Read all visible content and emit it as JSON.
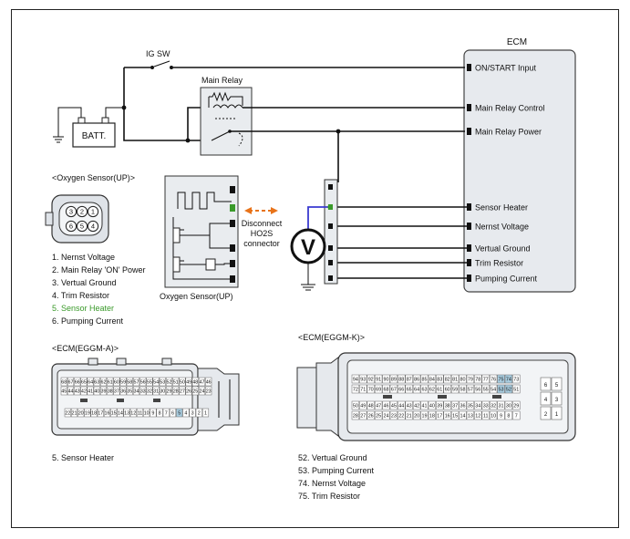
{
  "ecm_title": "ECM",
  "ig_sw": "IG SW",
  "batt": "BATT.",
  "main_relay": "Main Relay",
  "ecm_pins": [
    "ON/START Input",
    "Main Relay Control",
    "Main Relay Power",
    "Sensor Heater",
    "Nernst Voltage",
    "Vertual Ground",
    "Trim Resistor",
    "Pumping Current"
  ],
  "oxygen_sensor_title": "<Oxygen Sensor(UP)>",
  "oxygen_sensor_pins": [
    {
      "text": "1. Nernst Voltage",
      "highlight": false
    },
    {
      "text": "2. Main Relay 'ON' Power",
      "highlight": false
    },
    {
      "text": "3. Vertual Ground",
      "highlight": false
    },
    {
      "text": "4. Trim Resistor",
      "highlight": false
    },
    {
      "text": "5. Sensor Heater",
      "highlight": true
    },
    {
      "text": "6. Pumping Current",
      "highlight": false
    }
  ],
  "sensor_connector_numbers": [
    "3",
    "2",
    "1",
    "6",
    "5",
    "4"
  ],
  "oxygen_sensor_box_label": "Oxygen Sensor(UP)",
  "disconnect_label": [
    "Disconnect",
    "HO2S",
    "connector"
  ],
  "voltmeter": "V",
  "ecm_a_title": "<ECM(EGGM-A)>",
  "ecm_a_note": "5. Sensor Heater",
  "ecm_a_rows": [
    [
      "68",
      "67",
      "66",
      "65",
      "64",
      "63",
      "62",
      "61",
      "60",
      "59",
      "58",
      "57",
      "56",
      "55",
      "54",
      "53",
      "52",
      "51",
      "50",
      "49",
      "48",
      "47",
      "46"
    ],
    [
      "45",
      "44",
      "43",
      "42",
      "41",
      "40",
      "39",
      "38",
      "37",
      "36",
      "35",
      "34",
      "33",
      "32",
      "31",
      "30",
      "29",
      "28",
      "27",
      "26",
      "25",
      "24",
      "23"
    ],
    [
      "22",
      "21",
      "20",
      "19",
      "18",
      "17",
      "16",
      "15",
      "14",
      "13",
      "12",
      "11",
      "10",
      "9",
      "8",
      "7",
      "6",
      "5",
      "4",
      "3",
      "2",
      "1"
    ]
  ],
  "ecm_a_highlight": "5",
  "ecm_k_title": "<ECM(EGGM-K)>",
  "ecm_k_rows": [
    [
      "94",
      "93",
      "92",
      "91",
      "90",
      "89",
      "88",
      "87",
      "86",
      "85",
      "84",
      "83",
      "82",
      "81",
      "80",
      "79",
      "78",
      "77",
      "76",
      "75",
      "74",
      "73"
    ],
    [
      "72",
      "71",
      "70",
      "69",
      "68",
      "67",
      "66",
      "65",
      "64",
      "63",
      "62",
      "61",
      "60",
      "59",
      "58",
      "57",
      "56",
      "55",
      "54",
      "53",
      "52",
      "51"
    ],
    [
      "50",
      "49",
      "48",
      "47",
      "46",
      "45",
      "44",
      "43",
      "42",
      "41",
      "40",
      "39",
      "38",
      "37",
      "36",
      "35",
      "34",
      "33",
      "32",
      "31",
      "30",
      "29"
    ],
    [
      "28",
      "27",
      "26",
      "25",
      "24",
      "23",
      "22",
      "21",
      "20",
      "19",
      "18",
      "17",
      "16",
      "15",
      "14",
      "13",
      "12",
      "11",
      "10",
      "9",
      "8",
      "7"
    ]
  ],
  "ecm_k_highlight": [
    "75",
    "74",
    "53",
    "52"
  ],
  "ecm_k_side": [
    "6",
    "5",
    "4",
    "3",
    "2",
    "1"
  ],
  "ecm_k_notes": [
    "52. Vertual Ground",
    "53. Pumping Current",
    "74. Nernst Voltage",
    "75. Trim Resistor"
  ],
  "colors": {
    "highlight_cell": "#a9cde0",
    "sensor_heater_text": "#3a9a2a",
    "disconnect_arrow": "#e8731a",
    "probe_wire": "#3a3ad0",
    "ecm_fill": "#e7eaee"
  }
}
